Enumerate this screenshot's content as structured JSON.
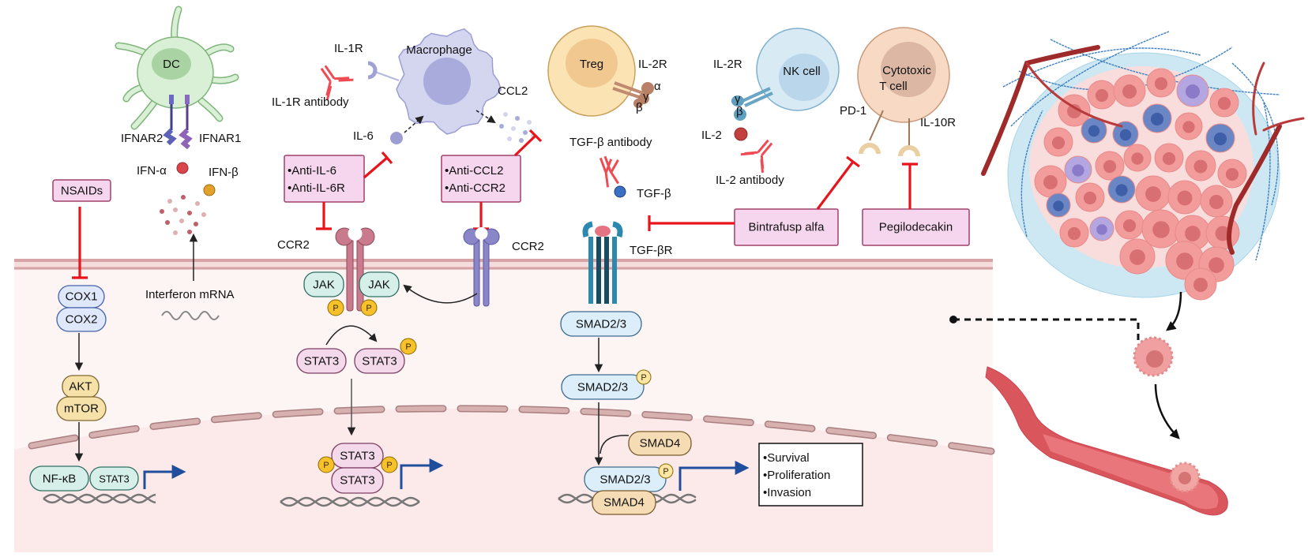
{
  "cells": {
    "dc": "DC",
    "macrophage": "Macrophage",
    "treg": "Treg",
    "nk": "NK cell",
    "ctl_line1": "Cytotoxic",
    "ctl_line2": "T cell"
  },
  "receptors": {
    "ifnar2": "IFNAR2",
    "ifnar1": "IFNAR1",
    "il1r": "IL-1R",
    "il2r_treg": "IL-2R",
    "il2r_nk": "IL-2R",
    "pd1": "PD-1",
    "il10r": "IL-10R",
    "ccr2_left": "CCR2",
    "ccr2_right": "CCR2",
    "tgfbr": "TGF-βR",
    "alpha": "α",
    "beta": "β",
    "gamma": "γ"
  },
  "ligands": {
    "ifn_alpha": "IFN-α",
    "ifn_beta": "IFN-β",
    "il6": "IL-6",
    "ccl2": "CCL2",
    "tgfb": "TGF-β",
    "il2": "IL-2"
  },
  "antibodies": {
    "il1r": "IL-1R antibody",
    "tgfb": "TGF-β antibody",
    "il2": "IL-2 antibody"
  },
  "drugs": {
    "nsaids": "NSAIDs",
    "anti_il6": [
      "•Anti-IL-6",
      "•Anti-IL-6R"
    ],
    "anti_ccl2": [
      "•Anti-CCL2",
      "•Anti-CCR2"
    ],
    "bintrafusp": "Bintrafusp alfa",
    "pegilodecakin": "Pegilodecakin"
  },
  "intracellular": {
    "interferon_mrna": "Interferon mRNA",
    "cox1": "COX1",
    "cox2": "COX2",
    "akt": "AKT",
    "mtor": "mTOR",
    "nfkb": "NF-κB",
    "stat3": "STAT3",
    "jak": "JAK",
    "p": "P",
    "smad23": "SMAD2/3",
    "smad4": "SMAD4"
  },
  "outcomes": [
    "•Survival",
    "•Proliferation",
    "•Invasion"
  ],
  "colors": {
    "inhibition": "#e8141b",
    "drug_box": "#f6d6ef",
    "transcription_arrow": "#1f4e9c",
    "cytoplasm": "#fdf4f4",
    "nucleus": "#fce9ea"
  }
}
